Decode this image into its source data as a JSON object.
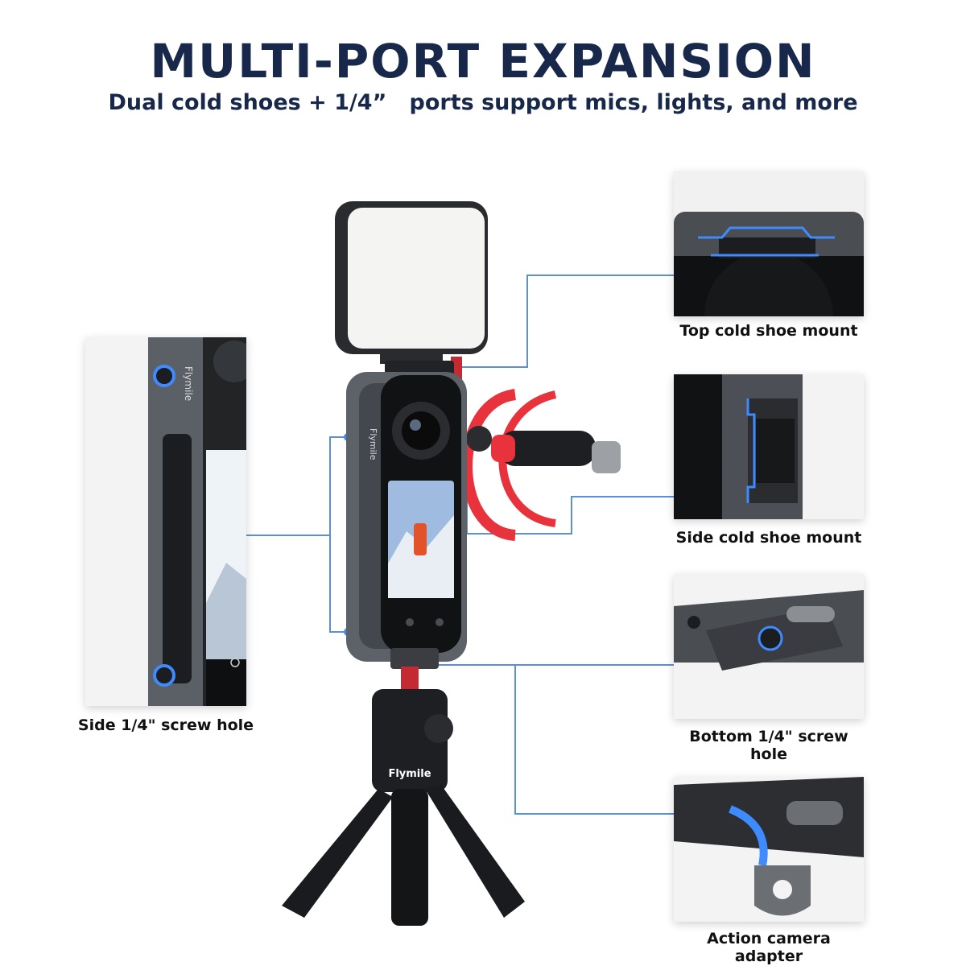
{
  "header": {
    "title": "MULTI-PORT EXPANSION",
    "subtitle": "Dual cold shoes + 1/4”   ports support mics, lights, and more"
  },
  "product": {
    "cage_brand": "Flymile",
    "tripod_brand": "Flymile"
  },
  "callouts": [
    {
      "id": "top-cold-shoe",
      "label": "Top cold shoe mount"
    },
    {
      "id": "side-cold-shoe",
      "label": "Side cold shoe mount"
    },
    {
      "id": "bottom-screw-hole",
      "label": "Bottom 1/4\" screw hole"
    },
    {
      "id": "action-adapter",
      "label": "Action camera adapter"
    },
    {
      "id": "side-screw-hole",
      "label": "Side 1/4\" screw hole"
    }
  ],
  "colors": {
    "title": "#17284a",
    "callout_line": "#5b8fd6",
    "highlight": "#3d8bff",
    "cage": "#5d6168",
    "mic_red": "#e8323c"
  }
}
